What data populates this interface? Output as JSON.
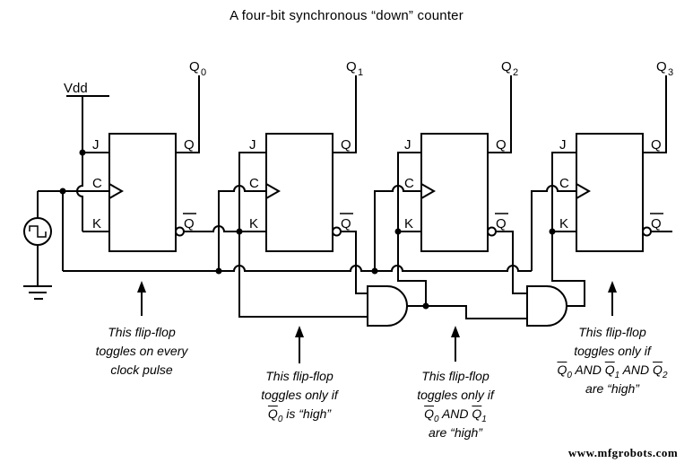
{
  "title": "A four-bit synchronous “down” counter",
  "power_label": "Vdd",
  "outputs": [
    {
      "base": "Q",
      "sub": "0"
    },
    {
      "base": "Q",
      "sub": "1"
    },
    {
      "base": "Q",
      "sub": "2"
    },
    {
      "base": "Q",
      "sub": "3"
    }
  ],
  "ff": {
    "j": "J",
    "c": "C",
    "k": "K",
    "q": "Q",
    "qbar": "Q"
  },
  "annotations": [
    {
      "lines": [
        "This flip-flop",
        "toggles on every",
        "clock pulse"
      ]
    },
    {
      "lines": [
        "This flip-flop",
        "toggles only if",
        "{Q0} is “high”"
      ]
    },
    {
      "lines": [
        "This flip-flop",
        "toggles only if",
        "{Q0} AND {Q1}",
        "are “high”"
      ]
    },
    {
      "lines": [
        "This flip-flop",
        "toggles only if",
        "{Q0} AND {Q1} AND {Q2}",
        "are “high”"
      ]
    }
  ],
  "watermark": "www.mfgrobots.com",
  "colors": {
    "line": "#000000",
    "background": "#ffffff"
  }
}
